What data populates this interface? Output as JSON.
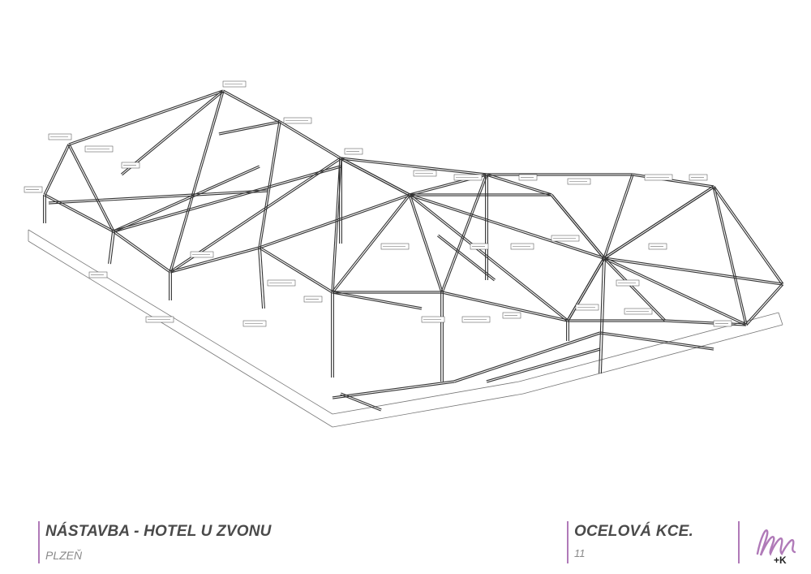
{
  "footer": {
    "project_title": "NÁSTAVBA - HOTEL U ZVONU",
    "project_location": "PLZEŇ",
    "drawing_title": "OCELOVÁ KCE.",
    "sheet_number": "11"
  },
  "logo": {
    "mark": "+K"
  },
  "colors": {
    "accent": "#b07ab8",
    "text_main": "#4a4a4a",
    "text_sub": "#8a8a8a",
    "line": "#333333"
  },
  "drawing": {
    "type": "isometric steel frame structure"
  }
}
